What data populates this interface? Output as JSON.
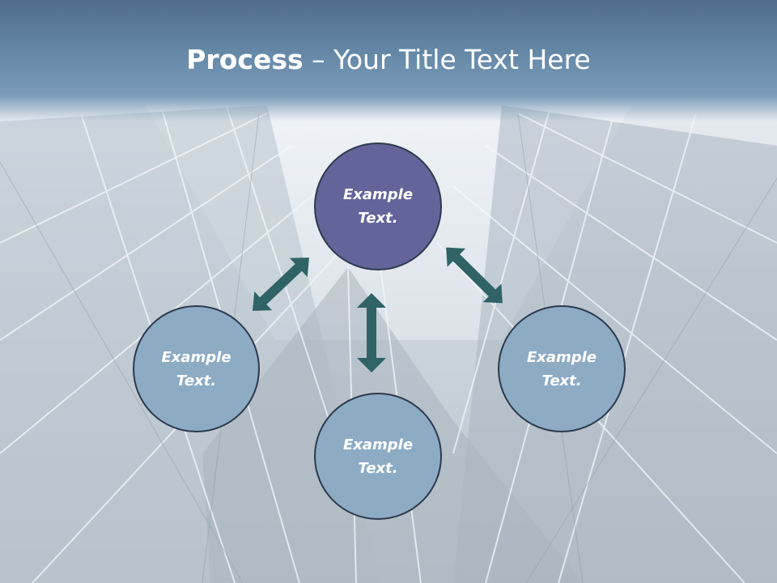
{
  "slide": {
    "title_bold": "Process",
    "title_rest": " – Your Title Text Here"
  },
  "diagram": {
    "nodes": [
      {
        "id": "top",
        "line1": "Example",
        "line2": "Text."
      },
      {
        "id": "left",
        "line1": "Example",
        "line2": "Text."
      },
      {
        "id": "bottom",
        "line1": "Example",
        "line2": "Text."
      },
      {
        "id": "right",
        "line1": "Example",
        "line2": "Text."
      }
    ],
    "colors": {
      "center_fill": "#63659a",
      "outer_fill": "#8eabc4",
      "arrow": "#2f6366",
      "header": "#6689a8"
    }
  }
}
